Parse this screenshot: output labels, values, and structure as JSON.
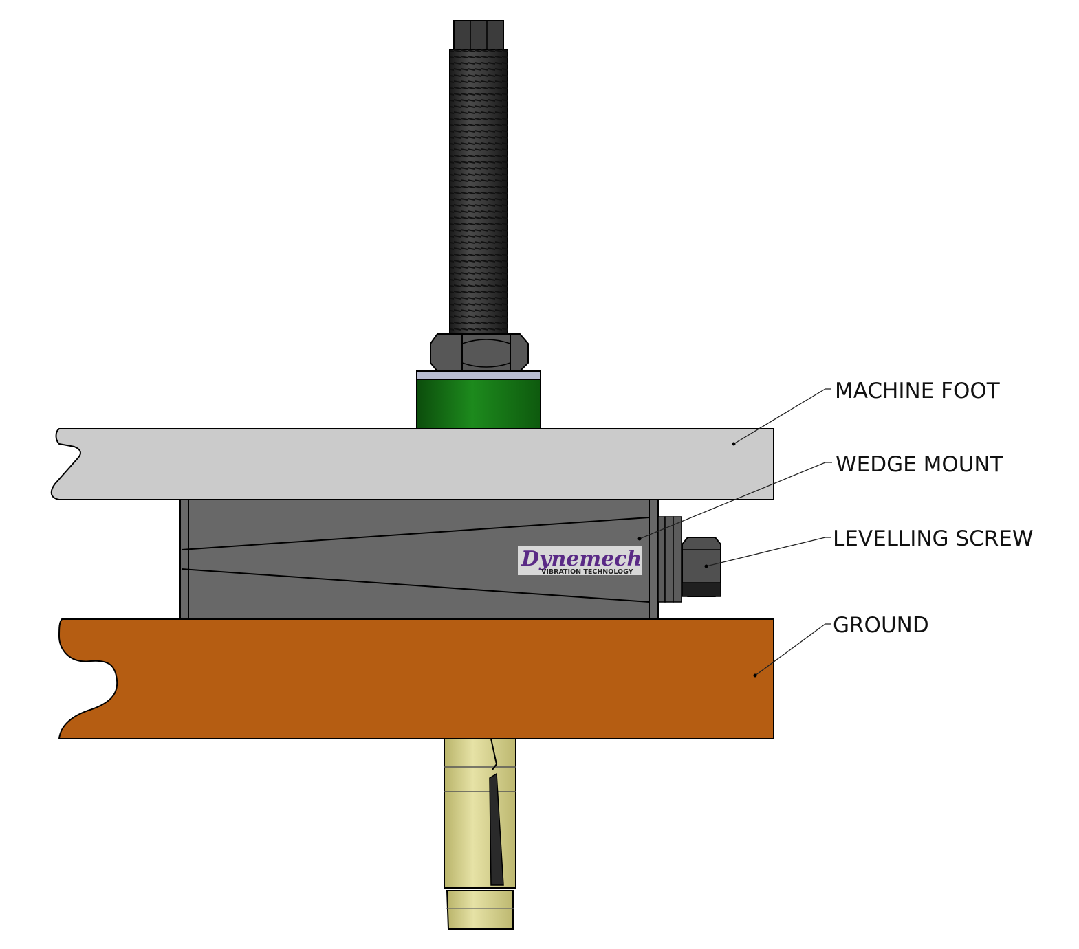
{
  "callouts": {
    "machine_foot": "MACHINE FOOT",
    "wedge_mount": "WEDGE MOUNT",
    "levelling_screw": "LEVELLING SCREW",
    "ground": "GROUND"
  },
  "logo": {
    "brand": "Dynemech",
    "tagline": "VIBRATION TECHNOLOGY"
  },
  "colors": {
    "machine_foot": "#cbcbcb",
    "ground": "#b55d12",
    "wedge_body": "#686868",
    "stud": "#2a2a2a",
    "nut": "#575757",
    "green_washer": "#177a17",
    "anchor": "#d8d48e",
    "logo_text": "#5a2a86",
    "logo_bg": "#d8d8d8"
  }
}
